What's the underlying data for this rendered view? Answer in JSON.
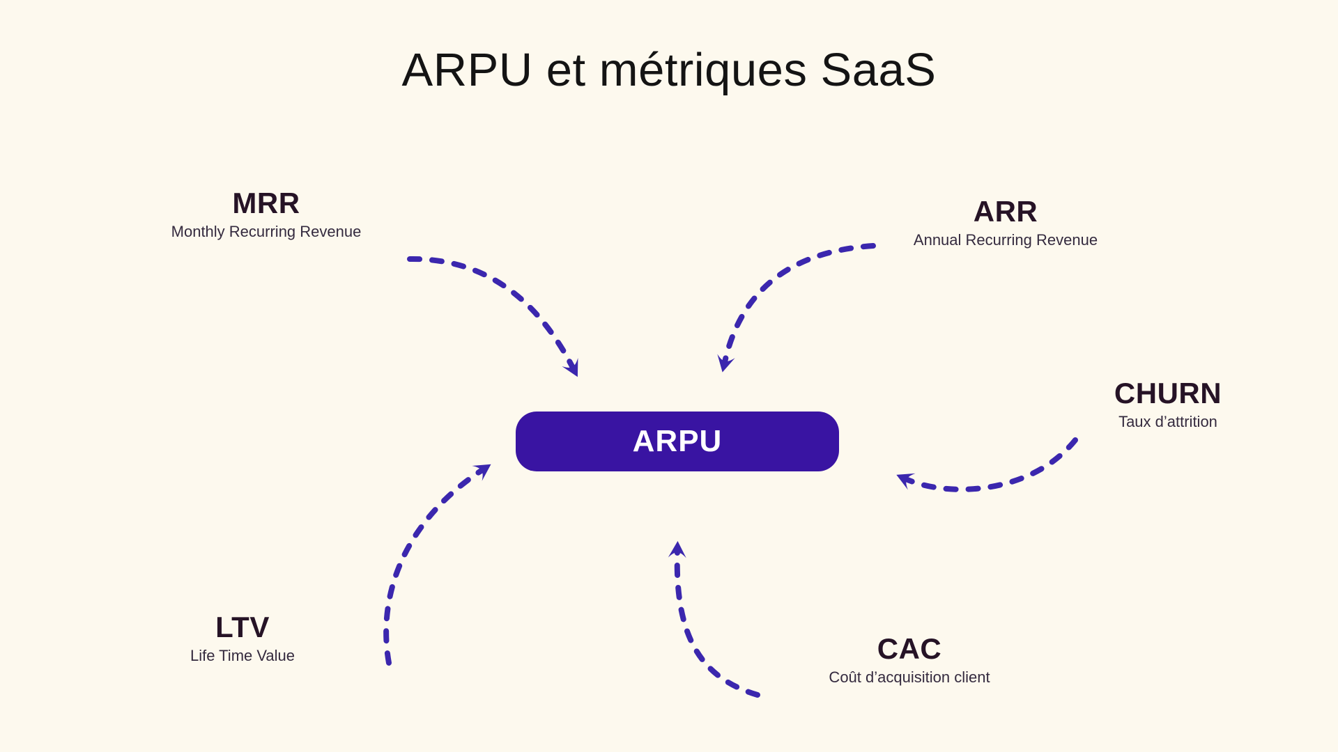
{
  "title": "ARPU et métriques SaaS",
  "center": {
    "label": "ARPU"
  },
  "nodes": [
    {
      "id": "mrr",
      "abbr": "MRR",
      "desc": "Monthly Recurring Revenue"
    },
    {
      "id": "arr",
      "abbr": "ARR",
      "desc": "Annual Recurring Revenue"
    },
    {
      "id": "churn",
      "abbr": "CHURN",
      "desc": "Taux d’attrition"
    },
    {
      "id": "ltv",
      "abbr": "LTV",
      "desc": "Life Time Value"
    },
    {
      "id": "cac",
      "abbr": "CAC",
      "desc": "Coût d’acquisition client"
    }
  ],
  "colors": {
    "background": "#FDF9EE",
    "title_text": "#141414",
    "heading_text": "#261326",
    "body_text": "#342A3E",
    "accent_box": "#3914A2",
    "arrow": "#3B27AE",
    "box_label_text": "#FFFFFF"
  }
}
